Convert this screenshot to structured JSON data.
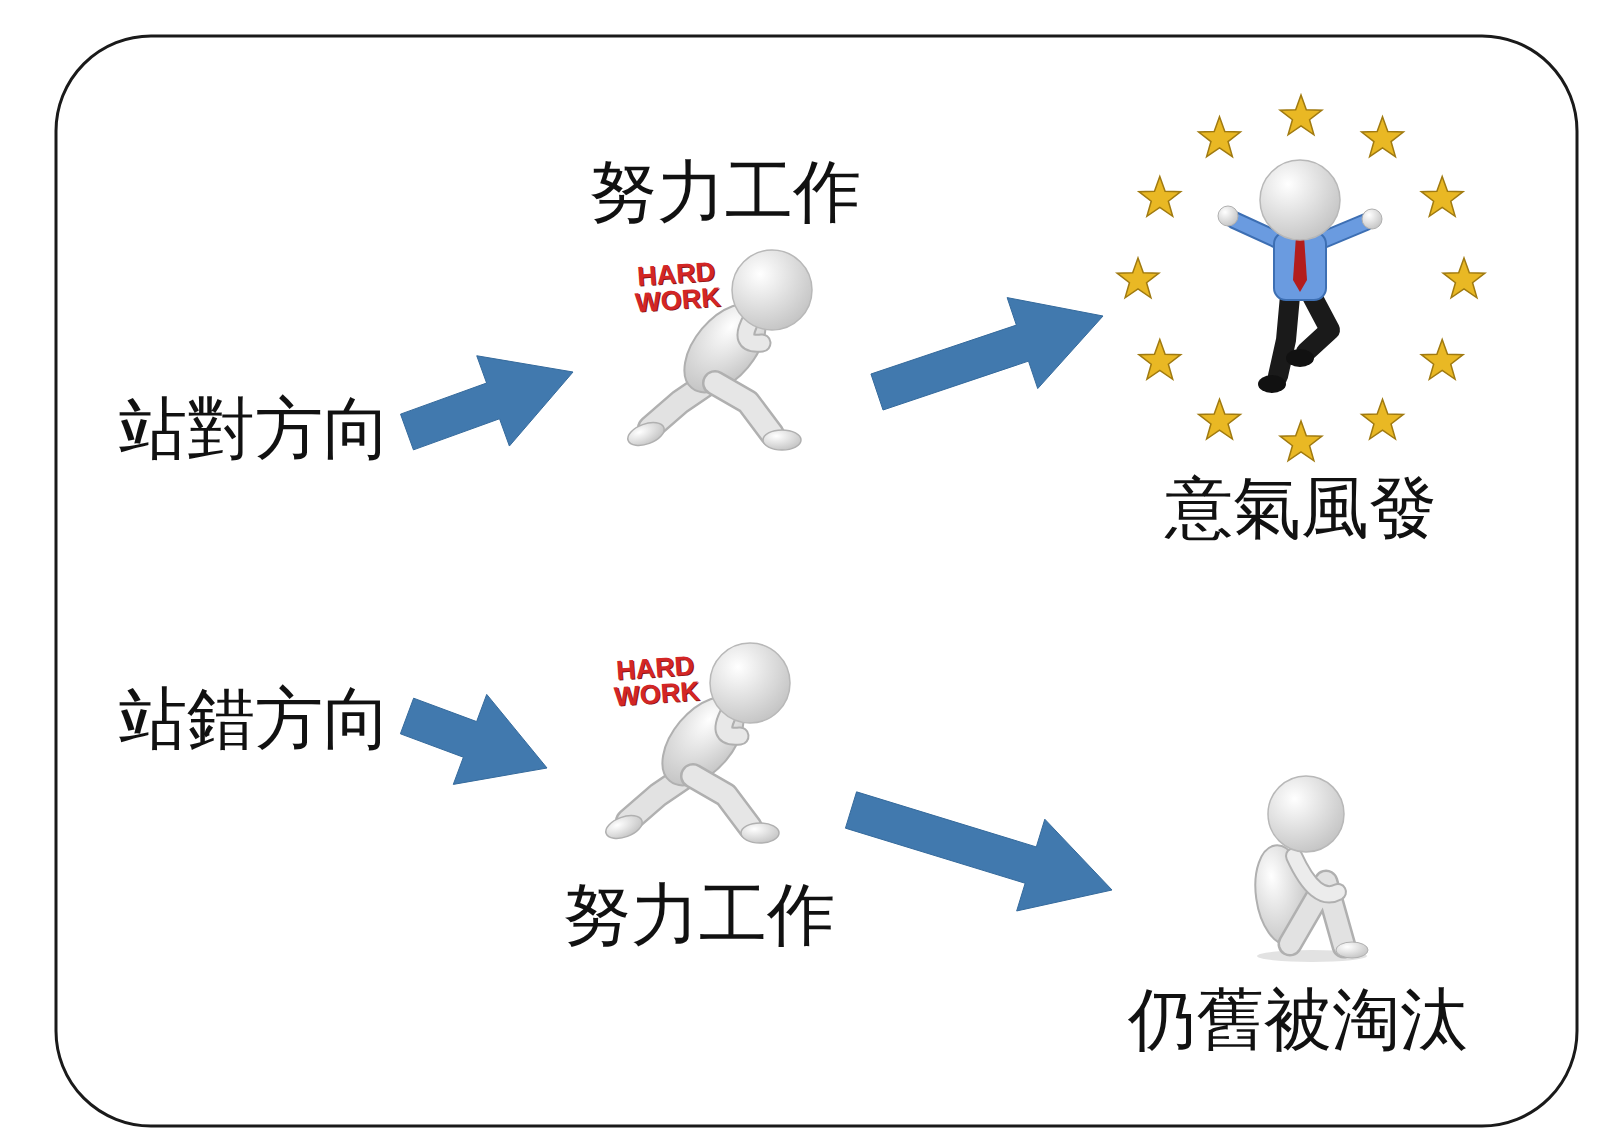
{
  "diagram": {
    "nodes": [
      {
        "text": [
          "站對方向"
        ]
      },
      {
        "text": [
          "努力工作"
        ]
      },
      {
        "text": [
          "意氣風發"
        ]
      },
      {
        "text": [
          "站錯方向"
        ]
      },
      {
        "text": [
          "努力工作"
        ]
      },
      {
        "text": [
          "仍舊被淘汰"
        ]
      }
    ],
    "edges": [
      {
        "from": 0,
        "to": 1,
        "arrow": "to"
      },
      {
        "from": 1,
        "to": 2,
        "arrow": "to"
      },
      {
        "from": 3,
        "to": 4,
        "arrow": "to"
      },
      {
        "from": 4,
        "to": 5,
        "arrow": "to"
      }
    ],
    "labels": [
      "HARD WORK",
      "HARD WORK"
    ]
  }
}
